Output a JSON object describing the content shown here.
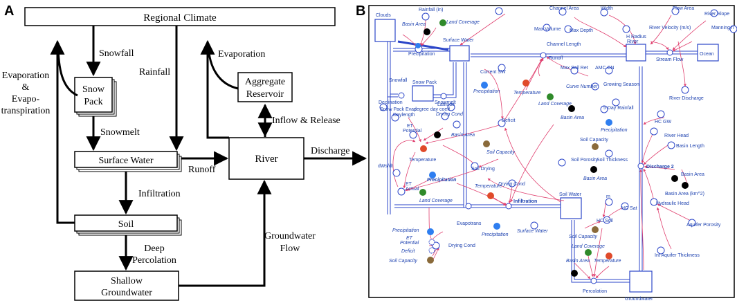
{
  "panel_a": {
    "label": "A",
    "boxes": {
      "regional_climate": "Regional Climate",
      "snow_pack": [
        "Snow",
        "Pack"
      ],
      "surface_water": "Surface Water",
      "soil": "Soil",
      "shallow_groundwater": [
        "Shallow",
        "Groundwater"
      ],
      "river": "River",
      "aggregate_reservoir": [
        "Aggregate",
        "Reservoir"
      ]
    },
    "flows": {
      "snowfall": "Snowfall",
      "rainfall": "Rainfall",
      "snowmelt": "Snowmelt",
      "infiltration": "Infiltration",
      "deep_percolation": [
        "Deep",
        "Percolation"
      ],
      "runoff": "Runoff",
      "discharge": "Discharge",
      "evaporation": "Evaporation",
      "inflow_release": "Inflow & Release",
      "groundwater_flow": [
        "Groundwater",
        "Flow"
      ],
      "evapotranspiration": [
        "Evaporation",
        "&",
        "Evapo-",
        "transpiration"
      ]
    }
  },
  "panel_b": {
    "label": "B",
    "stocks": {
      "clouds": "Clouds",
      "surface_water": "Surface Water",
      "snow_pack": "Snow Pack",
      "river": "River",
      "ocean": "Ocean",
      "soil_water": "Soil Water",
      "groundwater": "Groundwater"
    },
    "labels": {
      "rainfall_in": "Rainfall (in)",
      "basin_area_1": "Basin Area",
      "land_coverage_1": "Land Coverage",
      "precipitation_flow": "Precipitation",
      "snowfall": "Snowfall",
      "snowmelt": "Snowmelt",
      "snow_pack_evap": "Snow Pack Evap",
      "degree_day_coeff": "degree day coeff",
      "current_sw": "Current SW",
      "precipitation_2": "Precipitation",
      "channel_area": "Channel Area",
      "width": "Width",
      "flow_area": "Flow Area",
      "river_slope": "River Slope",
      "max_volume": "Max Volume",
      "max_depth": "Max Depth",
      "river_velocity": "River Velocity (m/s)",
      "manning_n": "Manning n",
      "h_radius": "H Radius",
      "channel_length": "Channel Length",
      "runoff": "Runoff",
      "stream_flow": "Stream Flow",
      "river_discharge": "River Discharge",
      "max_soil_ret": "Max Soil Ret",
      "amc_cn": "AMC CN",
      "curve_number": "Curve Number",
      "growing_season": "Growing Season",
      "temperature_1": "Temperature",
      "land_coverage_2": "Land Coverage",
      "basin_area_2": "Basin Area",
      "five_day_rainfall": "5 Day Rainfall",
      "precipitation_3": "Precipitation",
      "declination": "Declination",
      "latitude": "Latitude",
      "daylength": "Daylength",
      "drying_cond_1": "Drying Cond",
      "et_potential": [
        "ET",
        "Potential"
      ],
      "deficit": "Deficit",
      "basin_area_3": "Basin Area",
      "temperature_2": "Temperature",
      "soil_capacity_1": "Soil Capacity",
      "soil_drying": "Soil Drying",
      "dws_dt": "dWs/dt",
      "precipitation_4": "Precipitation",
      "et_actual": [
        "ET",
        "Actual"
      ],
      "land_coverage_3": "Land Coverage",
      "soil_capacity_2": "Soil Capacity",
      "soil_porosity": "Soil Porosity",
      "soil_thickness": "Soil Thickness",
      "basin_area_4": "Basin Area",
      "temperature_3": "Temperature",
      "drying_cond_2": "Drying Cond",
      "infiltration": "Infiltration",
      "evapotrans": "Evapotrans",
      "precipitation_5": "Precipitation",
      "surface_water_ref": "Surface Water",
      "m": "m",
      "hc_sat": "HC Sat",
      "hc_soil": "HC Soil",
      "soil_capacity_3": "Soil Capacity",
      "land_coverage_4": "Land Coverage",
      "temperature_4": "Temperature",
      "basin_area_5": "Basin Area",
      "percolation": "Percolation",
      "hc_gw": "HC GW",
      "river_head": "River Head",
      "basin_length": "Basin Length",
      "discharge_2": "Discharge 2",
      "basin_area_6": "Basin Area",
      "basin_area_km2": "Basin Area (km^2)",
      "hydraulic_head": "Hydraulic Head",
      "aquifer_porosity": "Aquifer Porosity",
      "int_aquifer_thickness": "Int Aquifer Thickness",
      "dc_precipitation": "Precipitation",
      "dc_et_potential": [
        "ET",
        "Potential"
      ],
      "dc_deficit": "Deficit",
      "dc_soil_capacity": "Soil Capacity",
      "dc_drying_cond": "Drying Cond"
    },
    "colors": {
      "stock_flow": "#2b45c8",
      "link": "#e0406f",
      "label": "#1f43b0",
      "precipitation_node": "#2e7ef0",
      "temperature_node": "#e04a2a",
      "land_coverage_node": "#2f8a2a",
      "basin_area_node": "#000000",
      "soil_capacity_node": "#8a6a3a"
    }
  }
}
